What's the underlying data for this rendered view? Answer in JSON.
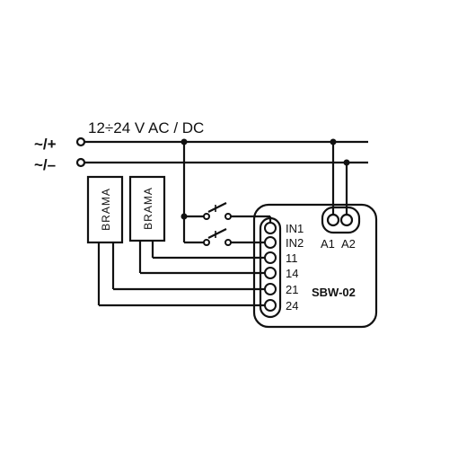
{
  "supply_voltage": "12÷24 V AC / DC",
  "rails": {
    "positive": "~/+",
    "negative": "~/–"
  },
  "gates": [
    {
      "label": "BRAMA"
    },
    {
      "label": "BRAMA"
    }
  ],
  "module": {
    "model": "SBW-02",
    "input_terminals": [
      "IN1",
      "IN2",
      "11",
      "14",
      "21",
      "24"
    ],
    "power_terminals": [
      "A1",
      "A2"
    ]
  },
  "colors": {
    "line": "#111111",
    "background": "#ffffff"
  }
}
